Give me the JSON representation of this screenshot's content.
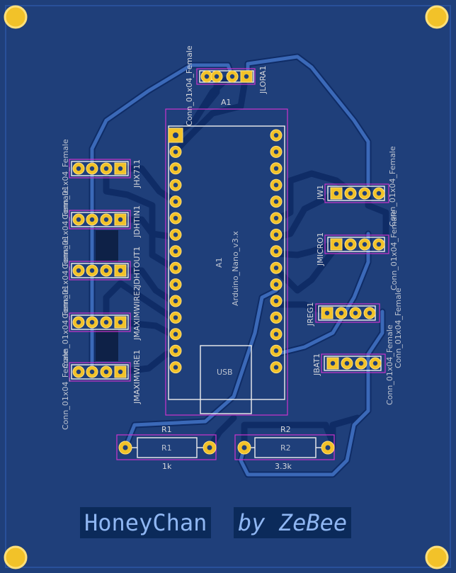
{
  "board": {
    "background": "#1f3f7a",
    "pad_color": "#f2c229",
    "mount_hole_color": "#f2c229"
  },
  "connectors_left": [
    {
      "ref": "JHX711",
      "value": "Conn_01x04_Female"
    },
    {
      "ref": "JDHTIN1",
      "value": "Conn_01x04_Female"
    },
    {
      "ref": "JDHTOUT1",
      "value": "Conn_01x04_Female"
    },
    {
      "ref": "JMAXIMWIRE2",
      "value": "Conn_01x04_Female"
    },
    {
      "ref": "JMAXIMWIRE1",
      "value": "Conn_01x04_Female"
    }
  ],
  "connectors_right": [
    {
      "ref": "JW1",
      "value": "Conn_01x04_Female"
    },
    {
      "ref": "JMICRO1",
      "value": "Conn_01x04_Female"
    },
    {
      "ref": "JREG1",
      "value": "Conn_01x04_Female"
    },
    {
      "ref": "JBAT1",
      "value": "Conn_01x04_Female"
    }
  ],
  "connector_top": {
    "ref": "JLORA1",
    "value": "Conn_01x04_Female"
  },
  "arduino": {
    "ref": "A1",
    "value": "Arduino_Nano_v3.x",
    "usb_label": "USB"
  },
  "resistors": [
    {
      "ref": "R1",
      "value": "1k"
    },
    {
      "ref": "R2",
      "value": "3.3k"
    }
  ],
  "branding": {
    "left": "HoneyChan",
    "right": "by ZeBee"
  }
}
